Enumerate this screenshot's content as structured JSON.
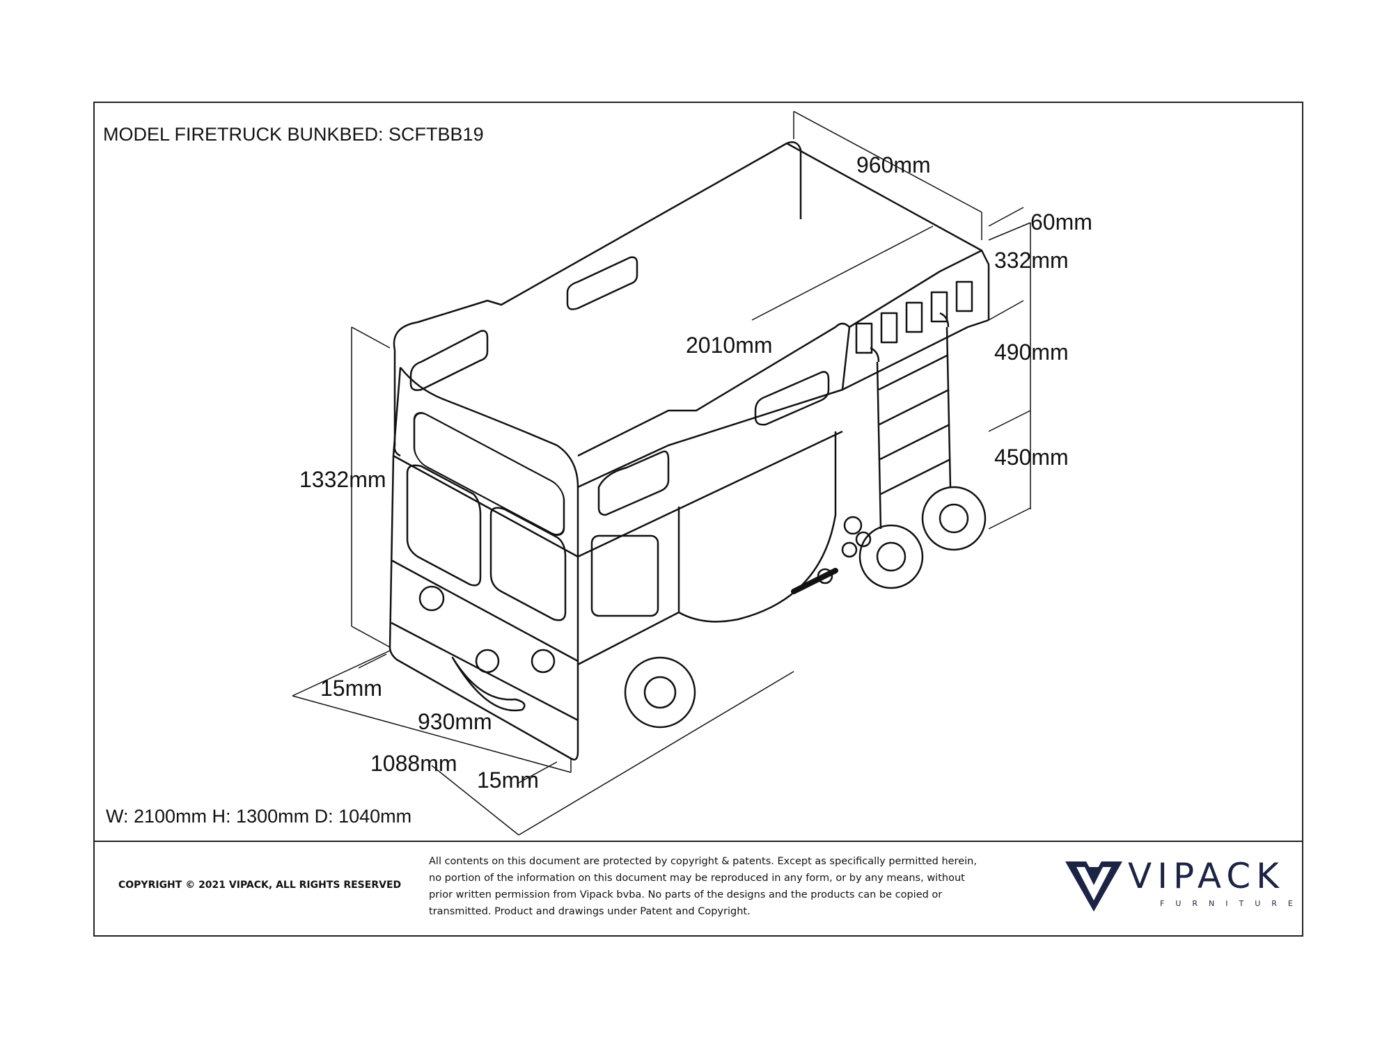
{
  "header": {
    "title": "MODEL FIRETRUCK BUNKBED: SCFTBB19"
  },
  "dimensions": {
    "width_top": "960mm",
    "rail_60": "60mm",
    "rail_332": "332mm",
    "length": "2010mm",
    "height_490": "490mm",
    "height_450": "450mm",
    "total_height": "1332mm",
    "gap_front": "15mm",
    "depth_inner": "930mm",
    "depth_outer": "1088mm",
    "gap_bottom": "15mm"
  },
  "summary": "W: 2100mm H: 1300mm D: 1040mm",
  "footer": {
    "copyright": "COPYRIGHT  © 2021 VIPACK, ALL RIGHTS RESERVED",
    "legal": "All contents on this document are protected by copyright & patents. Except as specifically permitted herein, no portion of the information on this document may be reproduced in any form, or by any means, without prior written permission from Vipack bvba. No parts of the designs and the products can be copied or transmitted. Product and drawings under Patent and Copyright.",
    "logo_word": "VIPACK",
    "logo_sub": "FURNITURE"
  },
  "colors": {
    "line": "#111111",
    "brand": "#1c2344"
  }
}
